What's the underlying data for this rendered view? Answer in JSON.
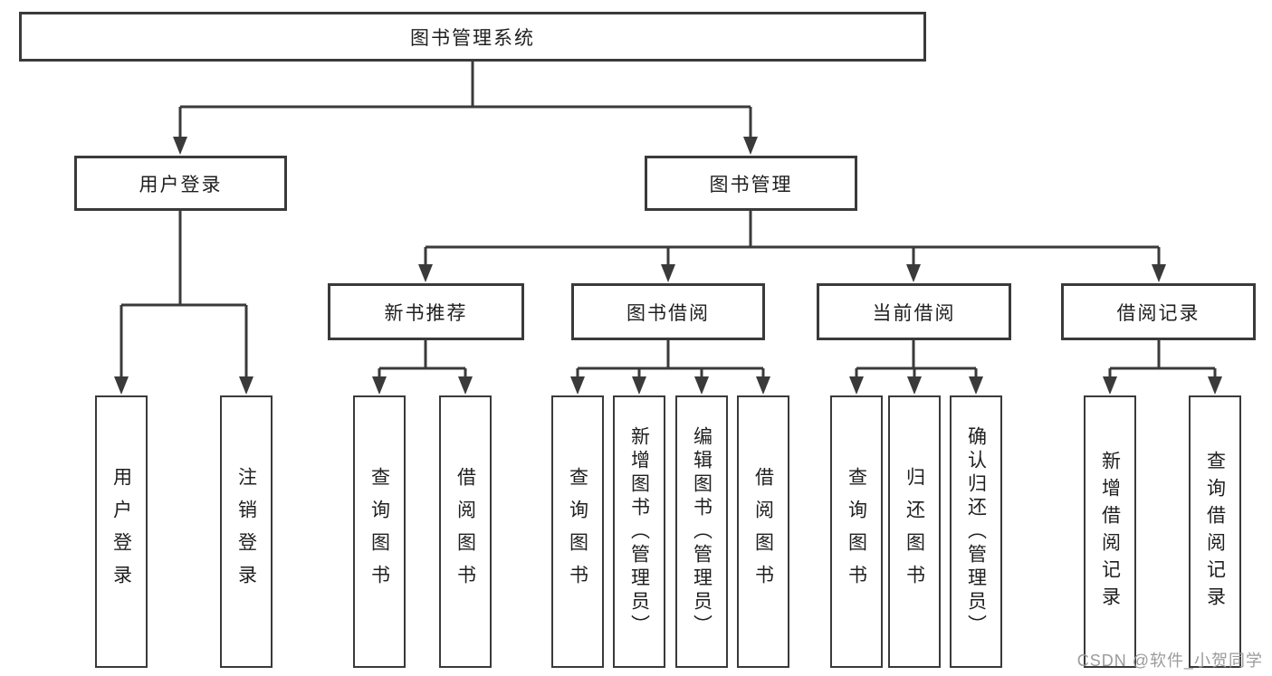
{
  "tree": {
    "root": "图书管理系统",
    "user_login": {
      "label": "用户登录",
      "children": [
        "用户登录",
        "注销登录"
      ]
    },
    "book_mgmt": {
      "label": "图书管理"
    },
    "new_book_rec": {
      "label": "新书推荐",
      "children": [
        "查询图书",
        "借阅图书"
      ]
    },
    "book_borrow": {
      "label": "图书借阅",
      "children": [
        "查询图书",
        "新增图书（管理员）",
        "编辑图书（管理员）",
        "借阅图书"
      ]
    },
    "current_borrow": {
      "label": "当前借阅",
      "children": [
        "查询图书",
        "归还图书",
        "确认归还（管理员）"
      ]
    },
    "borrow_records": {
      "label": "借阅记录",
      "children": [
        "新增借阅记录",
        "查询借阅记录"
      ]
    }
  },
  "watermark": {
    "text": "CSDN @软件_小贺同学"
  },
  "colors": {
    "line": "#3a3a3a",
    "box_background": "#ffffff",
    "text": "#1f1f1f",
    "watermark": "#9b9b9b"
  }
}
